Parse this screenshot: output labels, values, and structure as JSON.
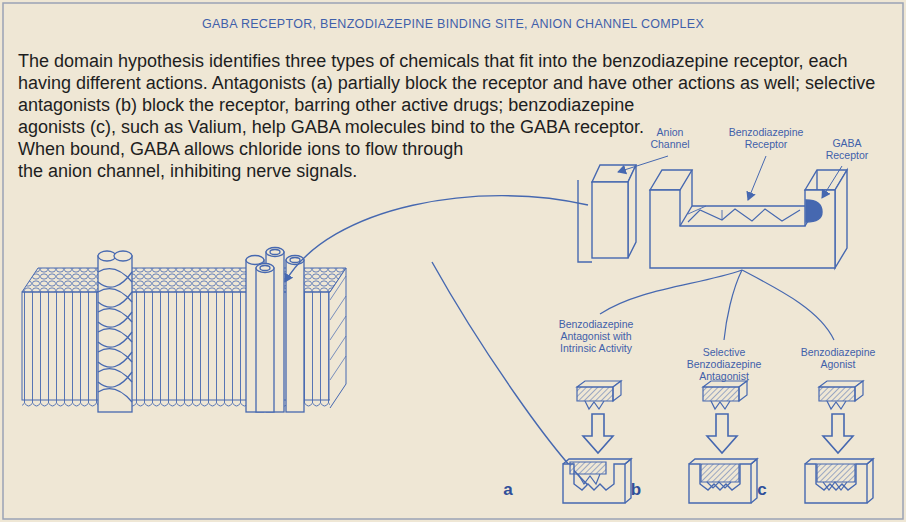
{
  "diagram": {
    "title": "GABA RECEPTOR, BENZODIAZEPINE BINDING SITE, ANION CHANNEL COMPLEX",
    "caption": "The domain hypothesis identifies three types of chemicals that fit into the benzodiazepine receptor, each having different actions. Antagonists (a) partially block the receptor and have other actions as well; selective antagonists (b) block the receptor, barring other active drugs; benzodiazepine agonists (c), such as Valium, help GABA molecules bind to the GABA receptor. When bound, GABA allows chloride ions to flow through the anion channel, inhibiting nerve signals.",
    "labels": [
      "Anion Channel",
      "Benzodiazepine Receptor",
      "GABA Receptor",
      "Benzodiazepine Antagonist with Intrinsic Activity",
      "Selective Benzodiazepine Antagonist",
      "Benzodiazepine Agonist",
      "a",
      "b",
      "c"
    ]
  }
}
